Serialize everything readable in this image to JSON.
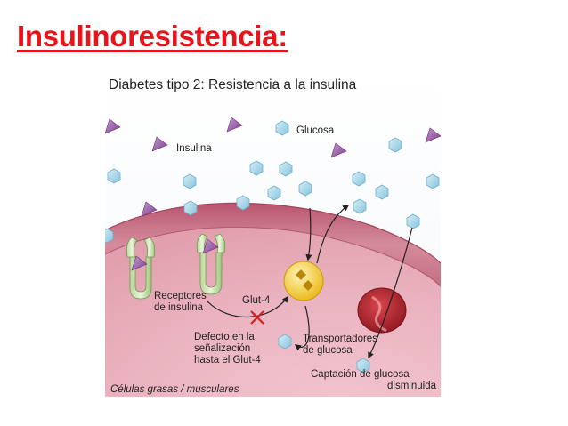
{
  "slide": {
    "title": "Insulinoresistencia:"
  },
  "figure": {
    "title": "Diabetes tipo 2: Resistencia a la insulina",
    "labels": {
      "glucose": "Glucosa",
      "insulin": "Insulina",
      "receptors_line1": "Receptores",
      "receptors_line2": "de insulina",
      "glut4": "Glut-4",
      "defect_line1": "Defecto en la",
      "defect_line2": "señalización",
      "defect_line3": "hasta el Glut-4",
      "transporters_line1": "Transportadores",
      "transporters_line2": "de glucosa",
      "uptake_line1": "Captación de glucosa",
      "uptake_line2": "disminuida",
      "cells": "Células grasas / musculares"
    },
    "colors": {
      "title": "#e8141c",
      "glucose": "#9fd4e8",
      "insulin": "#8b4f9a",
      "membrane": "#c97a8c",
      "glut4": "#f2c01a",
      "transporter": "#b8232c"
    }
  }
}
